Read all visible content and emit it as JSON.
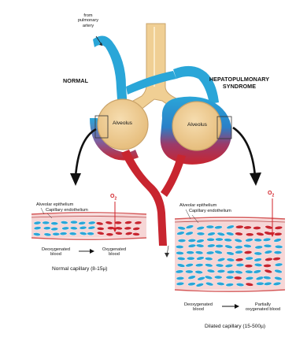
{
  "labels": {
    "from_pulmonary_artery": [
      "from",
      "pulmonary",
      "artery"
    ],
    "normal": "NORMAL",
    "hps": [
      "HEPATOPULMONARY",
      "SYNDROME"
    ],
    "alveolus": "Alveolus",
    "alveolar_epithelium": "Alveolar epithelium",
    "capillary_endothelium": "Capillary endothelium",
    "o2": "O",
    "o2_sub": "2",
    "deoxygenated": [
      "Deoxygenated",
      "blood"
    ],
    "oxygenated": [
      "Oxygenated",
      "blood"
    ],
    "partially_oxygenated": [
      "Partially",
      "oxygenated blood"
    ],
    "normal_capillary": "Normal capillary (8-15µ)",
    "dilated_capillary": "Dilated capillary (15-500µ)"
  },
  "colors": {
    "vein_blue": "#2aa6d8",
    "artery_red": "#c8252f",
    "alveolus_fill": "#f0cf94",
    "alveolus_edge": "#c9a36a",
    "tissue_pink": "#f6d6d6",
    "membrane_red": "#d55a5a"
  }
}
